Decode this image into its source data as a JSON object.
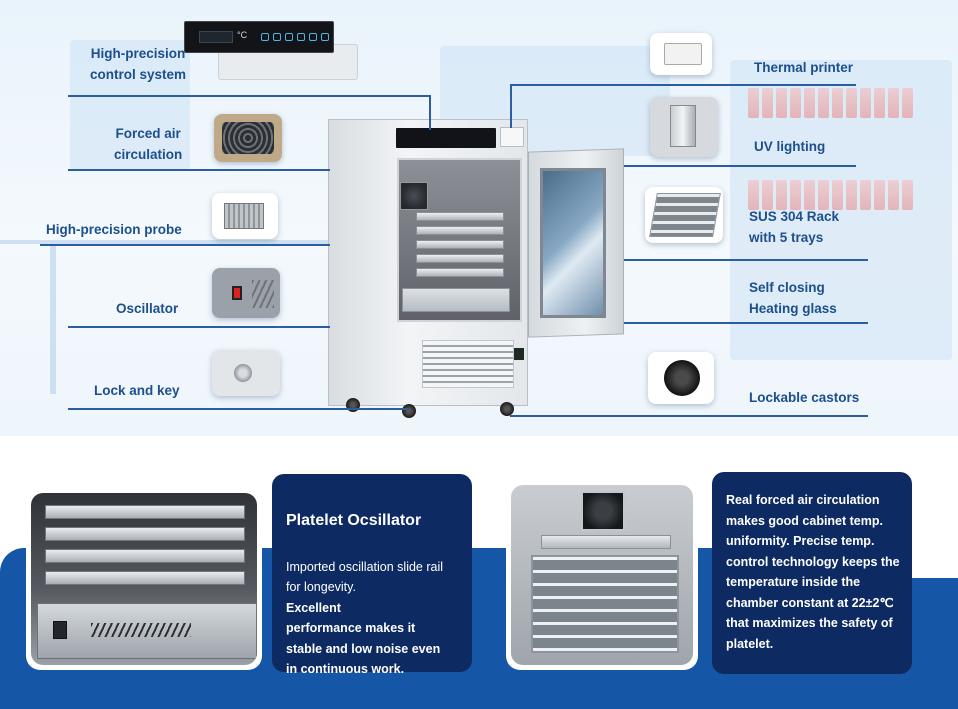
{
  "features": {
    "control_system": "High-precision\ncontrol system",
    "forced_air": "Forced air\ncirculation",
    "probe": "High-precision probe",
    "oscillator": "Oscillator",
    "lock_key": "Lock and key",
    "thermal_printer": "Thermal printer",
    "uv_lighting": "UV lighting",
    "rack": "SUS 304 Rack\nwith 5 trays",
    "glass": "Self closing\nHeating glass",
    "castors": "Lockable castors"
  },
  "control_panel": {
    "unit": "°C"
  },
  "platelet_card": {
    "title": "Platelet Ocsillator",
    "lead": "Imported oscillation slide rail\nfor longevity.",
    "body": "Excellent\nperformance makes it\nstable and low noise even\nin continuous work."
  },
  "circulation_card": {
    "body": "Real forced air circulation\nmakes good cabinet temp.\nuniformity. Precise temp.\ncontrol technology keeps the\ntemperature inside the\nchamber constant at 22±2℃\nthat maximizes the safety of\nplatelet."
  },
  "colors": {
    "label_blue": "#1c4f8c",
    "navy_card": "#0d2a63",
    "band_blue": "#1656a6"
  },
  "icons": [
    "fan-icon",
    "probe-icon",
    "switch-icon",
    "lock-icon",
    "printer-icon",
    "uv-lamp-icon",
    "rack-icon",
    "castor-icon"
  ]
}
